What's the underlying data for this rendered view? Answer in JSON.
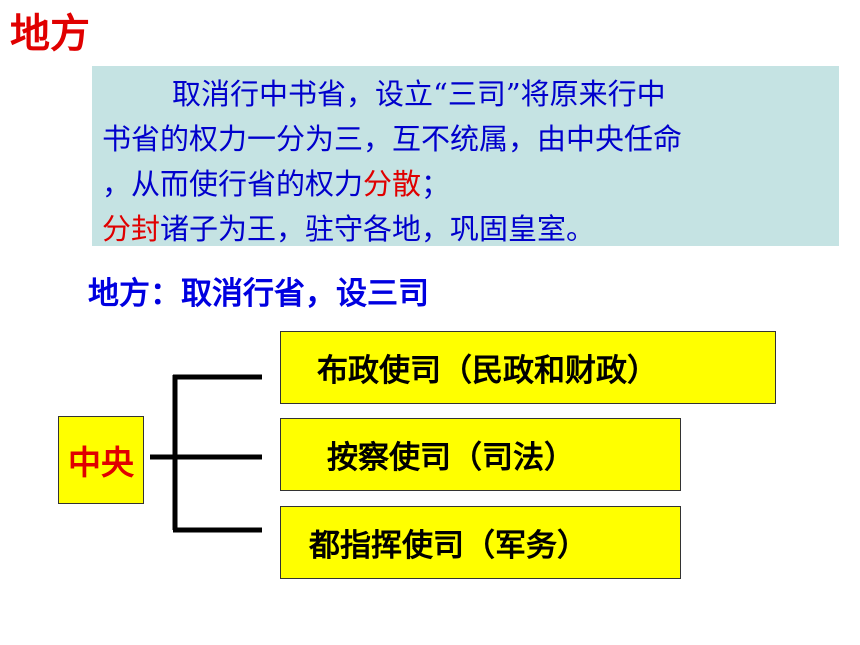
{
  "title": "地方",
  "note": {
    "line1": "取消行中书省，设立“三司”将原来行中",
    "line2": "书省的权力一分为三，互不统属，由中央任命",
    "line3_a": "，从而使行省的权力",
    "line3_red": "分散",
    "line3_b": "；",
    "line4_red": "分封",
    "line4_b": "诸子为王，驻守各地，巩固皇室。"
  },
  "subheading": "地方：取消行省，设三司",
  "diagram": {
    "center": "中央",
    "offices": [
      "布政使司（民政和财政）",
      "按察使司（司法）",
      "都指挥使司（军务）"
    ]
  },
  "colors": {
    "title": "#e00000",
    "note_text": "#0000cc",
    "note_background": "#c5e3e3",
    "box_fill": "#ffff00",
    "subheading": "#0000e0"
  }
}
